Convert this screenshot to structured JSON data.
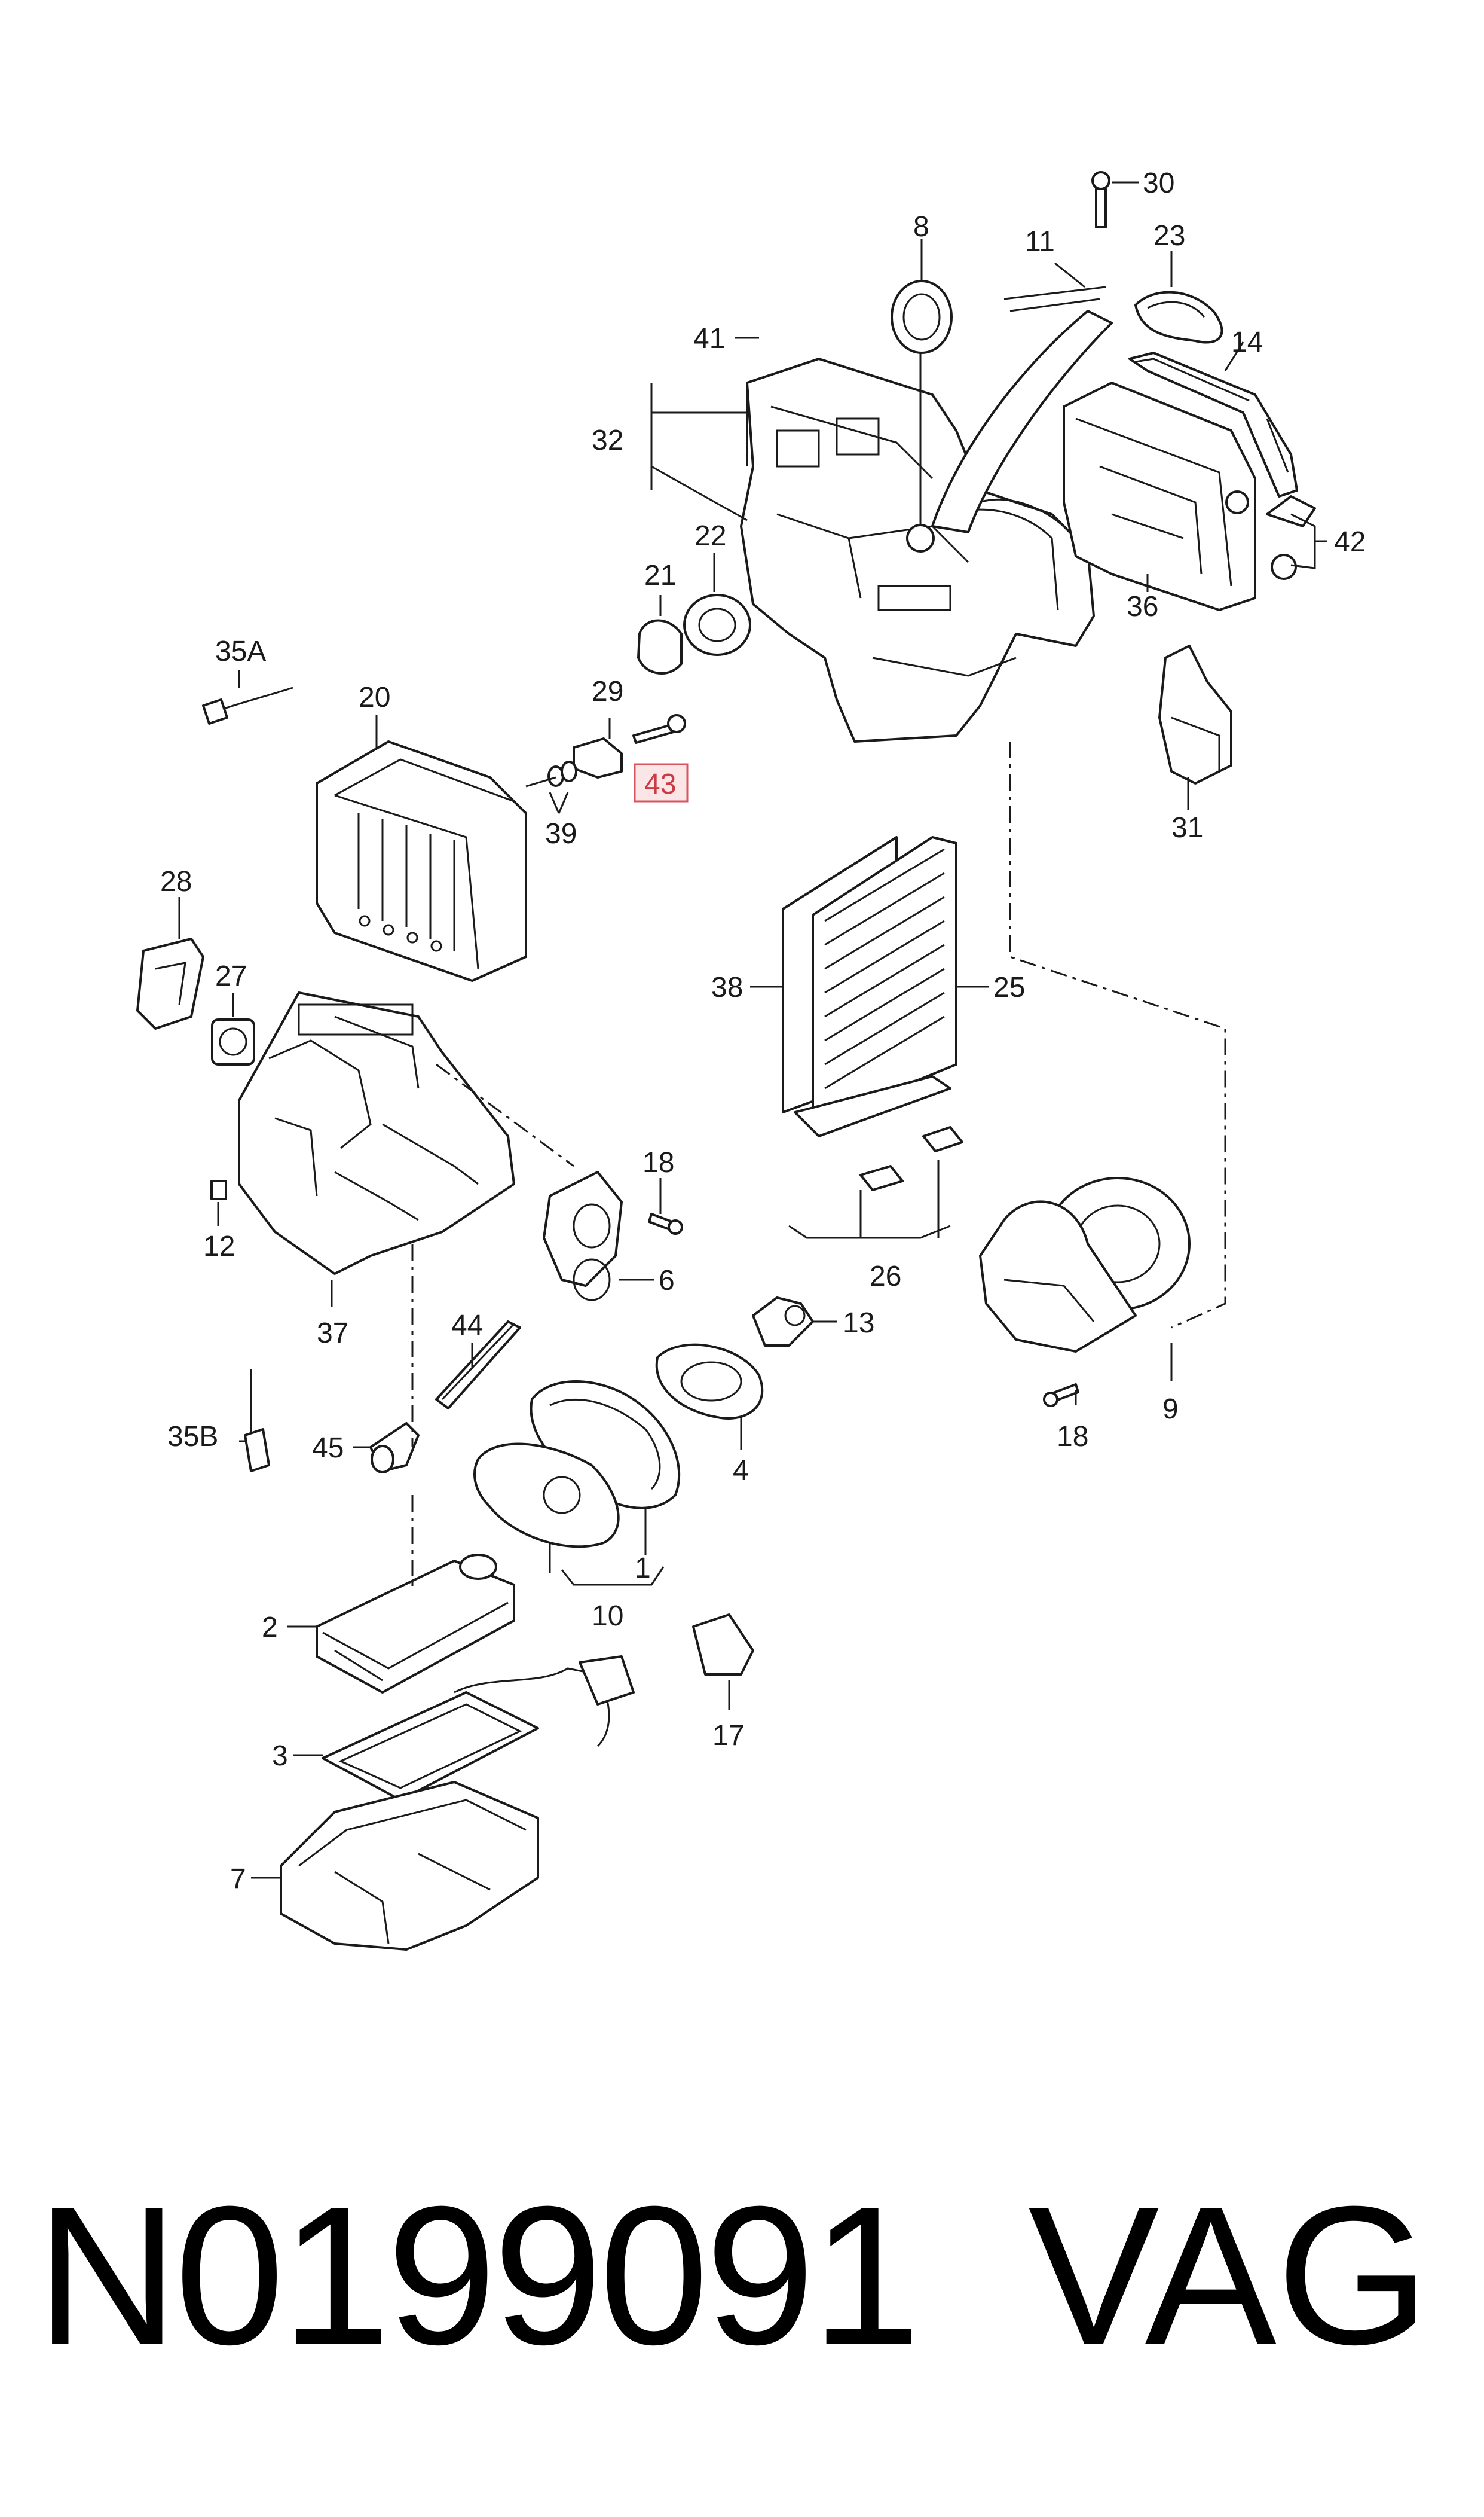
{
  "diagram": {
    "callouts": {
      "c30": "30",
      "c8": "8",
      "c11": "11",
      "c23": "23",
      "c14": "14",
      "c41": "41",
      "c32": "32",
      "c22": "22",
      "c42": "42",
      "c21": "21",
      "c36": "36",
      "c35A": "35A",
      "c20": "20",
      "c29": "29",
      "c43": "43",
      "c31": "31",
      "c39": "39",
      "c28": "28",
      "c38": "38",
      "c25": "25",
      "c27": "27",
      "c18a": "18",
      "c12": "12",
      "c26": "26",
      "c6": "6",
      "c37": "37",
      "c44": "44",
      "c13": "13",
      "c35B": "35B",
      "c45": "45",
      "c4": "4",
      "c9": "9",
      "c18b": "18",
      "c1": "1",
      "c10": "10",
      "c2": "2",
      "c17": "17",
      "c3": "3",
      "c7": "7"
    },
    "highlighted_callout": "43",
    "highlight_color": "#d9545f"
  },
  "footer": {
    "part_number": "N0199091",
    "brand": "VAG"
  }
}
